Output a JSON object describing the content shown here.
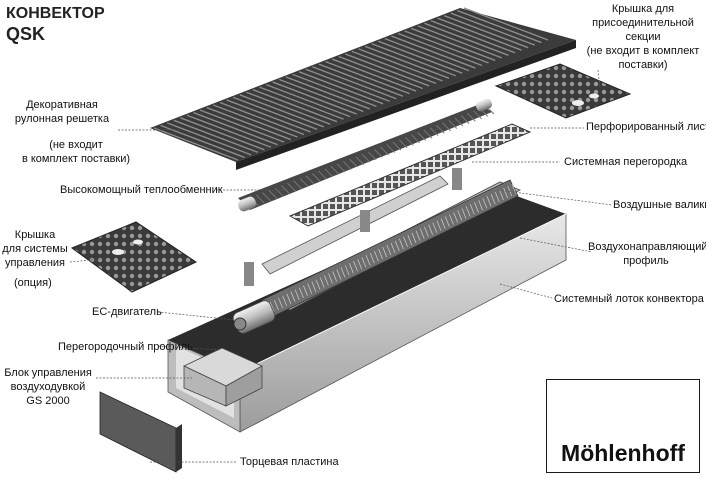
{
  "title": {
    "line1": "КОНВЕКТОР",
    "line2": "QSK"
  },
  "labels": {
    "cover_conn": [
      "Крышка для",
      "присоединительной",
      "секции",
      "(не входит в комплект",
      "поставки)"
    ],
    "deco_grille": [
      "Декоративная",
      "рулонная решетка"
    ],
    "deco_note": [
      "(не входит",
      "в комплект поставки)"
    ],
    "perforated": "Перфорированный лист",
    "partition": "Системная перегородка",
    "heat_exchanger": "Высокомощный теплообменник",
    "air_rollers": "Воздушные валики",
    "cover_ctrl": [
      "Крышка",
      "для  системы",
      "управления"
    ],
    "option": "(опция)",
    "air_profile": [
      "Воздухонаправляющий",
      "профиль"
    ],
    "tray": "Системный лоток конвектора",
    "ec_motor": "ЕС-двигатель",
    "divider_profile": "Перегородочный профиль",
    "control_unit": [
      "Блок управления",
      "воздуходувкой",
      "GS 2000"
    ],
    "end_plate": "Торцевая пластина"
  },
  "logo": {
    "brand": "Möhlenhoff",
    "color": "#c8102e"
  }
}
